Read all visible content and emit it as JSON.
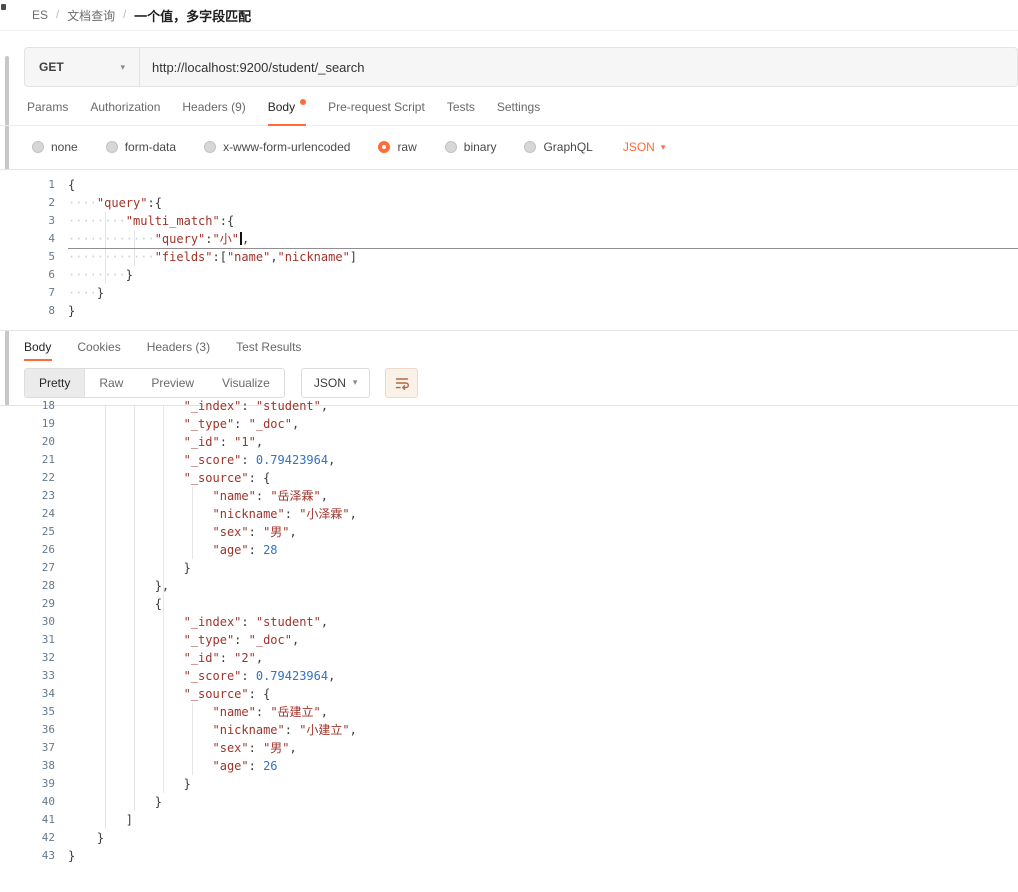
{
  "colors": {
    "accent": "#ff6c37",
    "string_token": "#a0342a",
    "number_token": "#3272c2"
  },
  "breadcrumb": {
    "workspace": "ES",
    "separator": "/",
    "collection": "文档查询",
    "request_name": "一个值，多字段匹配"
  },
  "request": {
    "method": "GET",
    "url": "http://localhost:9200/student/_search"
  },
  "request_tabs": [
    {
      "label": "Params"
    },
    {
      "label": "Authorization"
    },
    {
      "label": "Headers (9)"
    },
    {
      "label": "Body",
      "active": true,
      "dot": true
    },
    {
      "label": "Pre-request Script"
    },
    {
      "label": "Tests"
    },
    {
      "label": "Settings"
    }
  ],
  "body_types": [
    {
      "label": "none"
    },
    {
      "label": "form-data"
    },
    {
      "label": "x-www-form-urlencoded"
    },
    {
      "label": "raw",
      "selected": true
    },
    {
      "label": "binary"
    },
    {
      "label": "GraphQL"
    }
  ],
  "raw_language": "JSON",
  "request_editor": {
    "lines": [
      {
        "n": 1,
        "t": [
          [
            "p",
            "{"
          ]
        ]
      },
      {
        "n": 2,
        "t": [
          [
            "d",
            "····"
          ],
          [
            "k",
            "\"query\""
          ],
          [
            "p",
            ":{"
          ]
        ]
      },
      {
        "n": 3,
        "t": [
          [
            "d",
            "········"
          ],
          [
            "k",
            "\"multi_match\""
          ],
          [
            "p",
            ":{"
          ]
        ]
      },
      {
        "n": 4,
        "a": true,
        "t": [
          [
            "d",
            "············"
          ],
          [
            "k",
            "\"query\""
          ],
          [
            "p",
            ":"
          ],
          [
            "s",
            "\"小\""
          ],
          [
            "cursor",
            ""
          ],
          [
            "p",
            ","
          ]
        ]
      },
      {
        "n": 5,
        "t": [
          [
            "d",
            "············"
          ],
          [
            "k",
            "\"fields\""
          ],
          [
            "p",
            ":["
          ],
          [
            "s",
            "\"name\""
          ],
          [
            "p",
            ","
          ],
          [
            "s",
            "\"nickname\""
          ],
          [
            "p",
            "]"
          ]
        ]
      },
      {
        "n": 6,
        "t": [
          [
            "d",
            "········"
          ],
          [
            "p",
            "}"
          ]
        ]
      },
      {
        "n": 7,
        "t": [
          [
            "d",
            "····"
          ],
          [
            "p",
            "}"
          ]
        ]
      },
      {
        "n": 8,
        "t": [
          [
            "p",
            "}"
          ]
        ]
      }
    ]
  },
  "response_tabs": [
    {
      "label": "Body",
      "active": true
    },
    {
      "label": "Cookies"
    },
    {
      "label": "Headers (3)"
    },
    {
      "label": "Test Results"
    }
  ],
  "response_toolbar": {
    "views": [
      {
        "label": "Pretty",
        "active": true
      },
      {
        "label": "Raw"
      },
      {
        "label": "Preview"
      },
      {
        "label": "Visualize"
      }
    ],
    "language": "JSON",
    "wrap_icon": "text-wrap-icon"
  },
  "response_editor": {
    "lines": [
      {
        "n": 18,
        "t": [
          [
            "w",
            "                "
          ],
          [
            "k",
            "\"_index\""
          ],
          [
            "p",
            ": "
          ],
          [
            "s",
            "\"student\""
          ],
          [
            "p",
            ","
          ]
        ]
      },
      {
        "n": 19,
        "t": [
          [
            "w",
            "                "
          ],
          [
            "k",
            "\"_type\""
          ],
          [
            "p",
            ": "
          ],
          [
            "s",
            "\"_doc\""
          ],
          [
            "p",
            ","
          ]
        ]
      },
      {
        "n": 20,
        "t": [
          [
            "w",
            "                "
          ],
          [
            "k",
            "\"_id\""
          ],
          [
            "p",
            ": "
          ],
          [
            "s",
            "\"1\""
          ],
          [
            "p",
            ","
          ]
        ]
      },
      {
        "n": 21,
        "t": [
          [
            "w",
            "                "
          ],
          [
            "k",
            "\"_score\""
          ],
          [
            "p",
            ": "
          ],
          [
            "n",
            "0.79423964"
          ],
          [
            "p",
            ","
          ]
        ]
      },
      {
        "n": 22,
        "t": [
          [
            "w",
            "                "
          ],
          [
            "k",
            "\"_source\""
          ],
          [
            "p",
            ": {"
          ]
        ]
      },
      {
        "n": 23,
        "t": [
          [
            "w",
            "                    "
          ],
          [
            "k",
            "\"name\""
          ],
          [
            "p",
            ": "
          ],
          [
            "s",
            "\"岳泽霖\""
          ],
          [
            "p",
            ","
          ]
        ]
      },
      {
        "n": 24,
        "t": [
          [
            "w",
            "                    "
          ],
          [
            "k",
            "\"nickname\""
          ],
          [
            "p",
            ": "
          ],
          [
            "s",
            "\"小泽霖\""
          ],
          [
            "p",
            ","
          ]
        ]
      },
      {
        "n": 25,
        "t": [
          [
            "w",
            "                    "
          ],
          [
            "k",
            "\"sex\""
          ],
          [
            "p",
            ": "
          ],
          [
            "s",
            "\"男\""
          ],
          [
            "p",
            ","
          ]
        ]
      },
      {
        "n": 26,
        "t": [
          [
            "w",
            "                    "
          ],
          [
            "k",
            "\"age\""
          ],
          [
            "p",
            ": "
          ],
          [
            "n",
            "28"
          ]
        ]
      },
      {
        "n": 27,
        "t": [
          [
            "w",
            "                "
          ],
          [
            "p",
            "}"
          ]
        ]
      },
      {
        "n": 28,
        "t": [
          [
            "w",
            "            "
          ],
          [
            "p",
            "},"
          ]
        ]
      },
      {
        "n": 29,
        "t": [
          [
            "w",
            "            "
          ],
          [
            "p",
            "{"
          ]
        ]
      },
      {
        "n": 30,
        "t": [
          [
            "w",
            "                "
          ],
          [
            "k",
            "\"_index\""
          ],
          [
            "p",
            ": "
          ],
          [
            "s",
            "\"student\""
          ],
          [
            "p",
            ","
          ]
        ]
      },
      {
        "n": 31,
        "t": [
          [
            "w",
            "                "
          ],
          [
            "k",
            "\"_type\""
          ],
          [
            "p",
            ": "
          ],
          [
            "s",
            "\"_doc\""
          ],
          [
            "p",
            ","
          ]
        ]
      },
      {
        "n": 32,
        "t": [
          [
            "w",
            "                "
          ],
          [
            "k",
            "\"_id\""
          ],
          [
            "p",
            ": "
          ],
          [
            "s",
            "\"2\""
          ],
          [
            "p",
            ","
          ]
        ]
      },
      {
        "n": 33,
        "t": [
          [
            "w",
            "                "
          ],
          [
            "k",
            "\"_score\""
          ],
          [
            "p",
            ": "
          ],
          [
            "n",
            "0.79423964"
          ],
          [
            "p",
            ","
          ]
        ]
      },
      {
        "n": 34,
        "t": [
          [
            "w",
            "                "
          ],
          [
            "k",
            "\"_source\""
          ],
          [
            "p",
            ": {"
          ]
        ]
      },
      {
        "n": 35,
        "t": [
          [
            "w",
            "                    "
          ],
          [
            "k",
            "\"name\""
          ],
          [
            "p",
            ": "
          ],
          [
            "s",
            "\"岳建立\""
          ],
          [
            "p",
            ","
          ]
        ]
      },
      {
        "n": 36,
        "t": [
          [
            "w",
            "                    "
          ],
          [
            "k",
            "\"nickname\""
          ],
          [
            "p",
            ": "
          ],
          [
            "s",
            "\"小建立\""
          ],
          [
            "p",
            ","
          ]
        ]
      },
      {
        "n": 37,
        "t": [
          [
            "w",
            "                    "
          ],
          [
            "k",
            "\"sex\""
          ],
          [
            "p",
            ": "
          ],
          [
            "s",
            "\"男\""
          ],
          [
            "p",
            ","
          ]
        ]
      },
      {
        "n": 38,
        "t": [
          [
            "w",
            "                    "
          ],
          [
            "k",
            "\"age\""
          ],
          [
            "p",
            ": "
          ],
          [
            "n",
            "26"
          ]
        ]
      },
      {
        "n": 39,
        "t": [
          [
            "w",
            "                "
          ],
          [
            "p",
            "}"
          ]
        ]
      },
      {
        "n": 40,
        "t": [
          [
            "w",
            "            "
          ],
          [
            "p",
            "}"
          ]
        ]
      },
      {
        "n": 41,
        "t": [
          [
            "w",
            "        "
          ],
          [
            "p",
            "]"
          ]
        ]
      },
      {
        "n": 42,
        "t": [
          [
            "w",
            "    "
          ],
          [
            "p",
            "}"
          ]
        ]
      },
      {
        "n": 43,
        "t": [
          [
            "p",
            "}"
          ]
        ]
      }
    ]
  }
}
